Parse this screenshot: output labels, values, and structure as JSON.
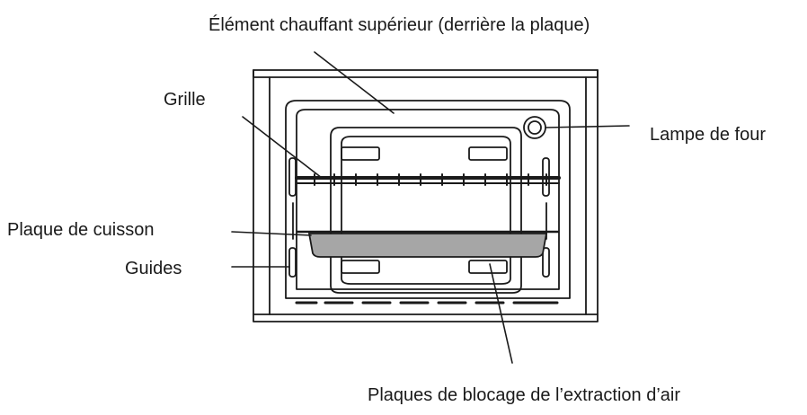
{
  "labels": {
    "top_element": "Élément chauffant supérieur (derrière la plaque)",
    "rack": "Grille",
    "lamp": "Lampe de four",
    "baking_tray": "Plaque de cuisson",
    "guides": "Guides",
    "air_plates": "Plaques de blocage de l’extraction d’air"
  },
  "colors": {
    "line": "#1a1a1a",
    "tray_fill": "#a6a6a6",
    "background": "#ffffff"
  }
}
